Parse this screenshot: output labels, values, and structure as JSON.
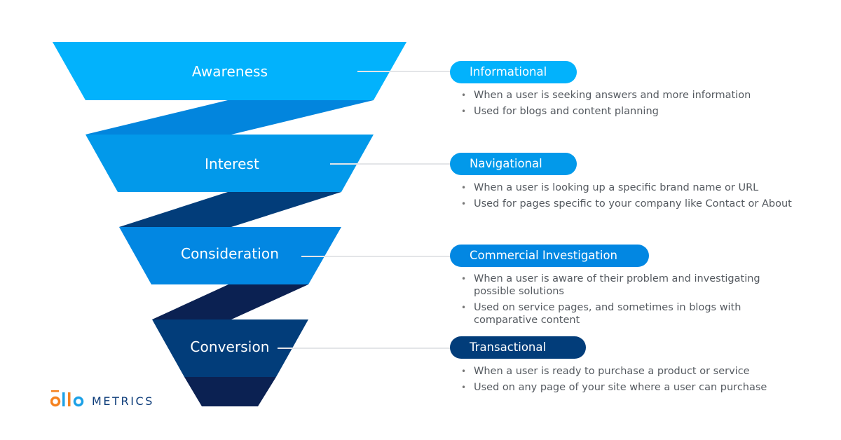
{
  "colors": {
    "awareness": "#02b2fc",
    "connector1": "#0285dd",
    "interest": "#0299ea",
    "connector2": "#023d7a",
    "consideration": "#0287e2",
    "connector3": "#0b2152",
    "conversion": "#023d7a",
    "conversion_tip": "#0b2152",
    "pill_informational": "#02b2fc",
    "pill_navigational": "#0299ea",
    "pill_commercial": "#0287e2",
    "pill_transactional": "#023d7a",
    "line": "#e3e5e8",
    "logo_orange": "#f58220",
    "logo_blue": "#1da1e6",
    "logo_text": "#0e3d7a"
  },
  "funnel": {
    "stages": [
      {
        "label": "Awareness"
      },
      {
        "label": "Interest"
      },
      {
        "label": "Consideration"
      },
      {
        "label": "Conversion"
      }
    ]
  },
  "intents": [
    {
      "title": "Informational",
      "bullets": [
        "When a user is seeking answers and more information",
        "Used for blogs and content planning"
      ]
    },
    {
      "title": "Navigational",
      "bullets": [
        "When a user is looking up a specific brand name or URL",
        "Used for pages specific to your company like Contact or About"
      ]
    },
    {
      "title": "Commercial Investigation",
      "bullets": [
        "When a user is aware of their problem and investigating possible solutions",
        "Used on service pages, and sometimes in blogs with comparative content"
      ]
    },
    {
      "title": "Transactional",
      "bullets": [
        "When a user is ready to purchase a product or service",
        "Used on any page of your site where a user can purchase"
      ]
    }
  ],
  "logo": {
    "mark": "ollo",
    "word": "METRICS"
  },
  "bullet_glyph": "•"
}
